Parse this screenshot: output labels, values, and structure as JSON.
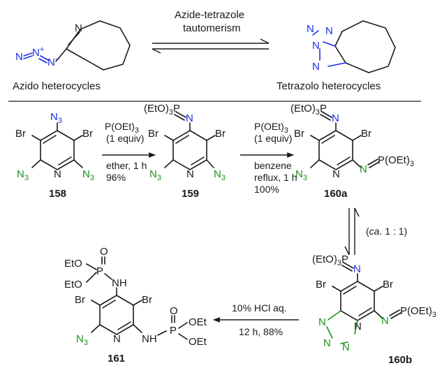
{
  "colors": {
    "black": "#1a1a1a",
    "blue": "#1a2ee6",
    "green": "#1e8f1e"
  },
  "header": {
    "equilibrium_line1": "Azide-tetrazole",
    "equilibrium_line2": "tautomerism",
    "left_caption": "Azido heterocycles",
    "right_caption": "Tetrazolo heterocycles"
  },
  "compounds": {
    "c158": "158",
    "c159": "159",
    "c160a": "160a",
    "c160b": "160b",
    "c161": "161"
  },
  "conditions": {
    "step1": [
      "P(OEt)3",
      "(1 equiv)",
      "ether, 1 h",
      "96%"
    ],
    "step2": [
      "P(OEt)3",
      "(1 equiv)",
      "benzene",
      "reflux, 1 h",
      "100%"
    ],
    "equilibrium_ratio": "(ca. 1 : 1)",
    "step3": [
      "10% HCl aq.",
      "12 h, 88%"
    ]
  },
  "atoms": {
    "N": "N",
    "Br": "Br",
    "N3": "N3",
    "NH": "NH",
    "O": "O",
    "P": "P",
    "EtO": "EtO",
    "OEt": "OEt",
    "EtO3P": "(EtO)3P",
    "NPOEt3": "N=P(OEt)3"
  }
}
